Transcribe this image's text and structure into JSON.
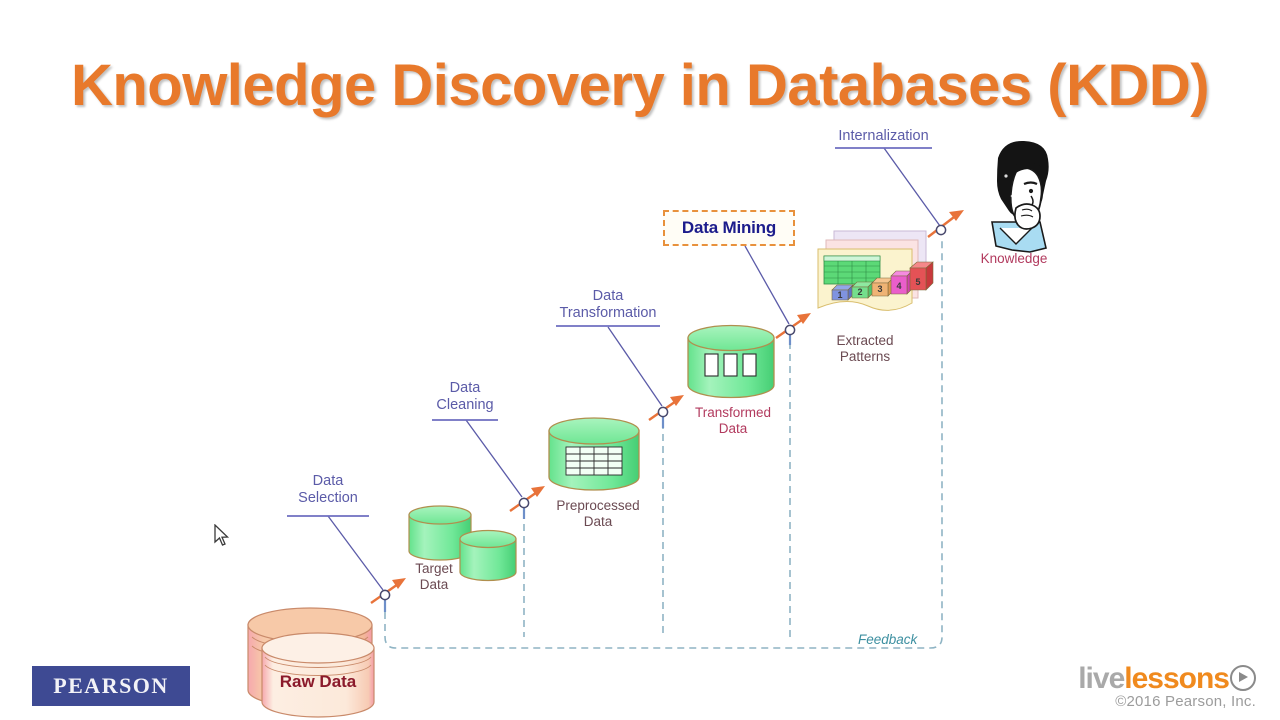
{
  "slide": {
    "title": "Knowledge Discovery in Databases (KDD)",
    "background_color": "#ffffff",
    "title_color": "#E8792B"
  },
  "diagram": {
    "type": "kdd-process-flow",
    "feedback_label": "Feedback",
    "callout": {
      "label": "Data Mining",
      "text_color": "#1C1C8C",
      "border_color": "#E8913C"
    },
    "steps": [
      {
        "id": "data-selection",
        "line1": "Data",
        "line2": "Selection"
      },
      {
        "id": "data-cleaning",
        "line1": "Data",
        "line2": "Cleaning"
      },
      {
        "id": "data-transformation",
        "line1": "Data",
        "line2": "Transformation"
      },
      {
        "id": "internalization",
        "line1": "Internalization",
        "line2": ""
      }
    ],
    "artifacts": [
      {
        "id": "raw-data",
        "line1": "Raw Data",
        "line2": ""
      },
      {
        "id": "target-data",
        "line1": "Target",
        "line2": "Data"
      },
      {
        "id": "preprocessed-data",
        "line1": "Preprocessed",
        "line2": "Data"
      },
      {
        "id": "transformed-data",
        "line1": "Transformed",
        "line2": "Data"
      },
      {
        "id": "extracted-patterns",
        "line1": "Extracted",
        "line2": "Patterns"
      },
      {
        "id": "knowledge",
        "line1": "Knowledge",
        "line2": ""
      }
    ],
    "pattern_bars": [
      "1",
      "2",
      "3",
      "4",
      "5"
    ],
    "colors": {
      "cylinder_green": "#7BEB9C",
      "cylinder_raw": "#F5C6A5",
      "arrow_orange": "#E8733A",
      "node_blue": "#6E8FC9",
      "feedback_dash": "#8FB4C4",
      "label_purple": "#5B5BA8"
    }
  },
  "branding": {
    "pearson": "PEARSON",
    "livelessons_part1": "live",
    "livelessons_part2": "lessons",
    "copyright": "©2016 Pearson, Inc."
  }
}
